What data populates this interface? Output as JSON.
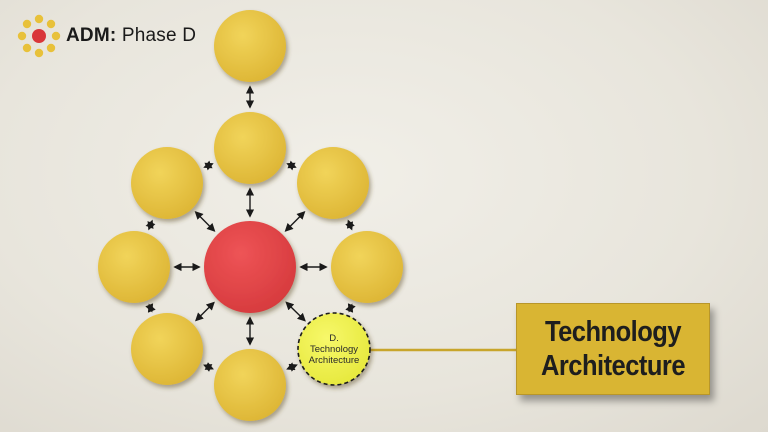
{
  "header": {
    "title_bold": "ADM:",
    "title_rest": " Phase D",
    "logo_icon": "adm-cycle-icon"
  },
  "phase_node": {
    "letter": "D.",
    "line1": "Technology",
    "line2": "Architecture"
  },
  "callout": {
    "line1": "Technology",
    "line2": "Architecture"
  },
  "colors": {
    "node_fill": "#e9c543",
    "node_shadow": "#9e8a48",
    "center_fill": "#e2474a",
    "active_fill": "#eef050",
    "callout_fill": "#d9b533",
    "connector": "#c8a52b",
    "arrow": "#1a1a1a"
  }
}
